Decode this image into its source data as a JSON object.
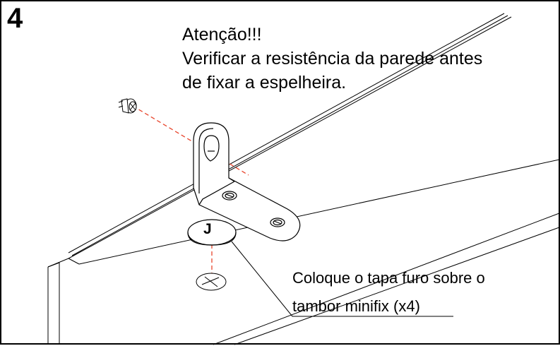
{
  "step": {
    "number": "4"
  },
  "warning": {
    "title": "Atenção!!!",
    "line1": "Verificar a resistência da parede antes",
    "line2": "de fixar a espelheira."
  },
  "part": {
    "label": "J"
  },
  "instruction": {
    "line1": "Coloque o tapa furo sobre o",
    "line2": "tambor minifix (x4)"
  },
  "colors": {
    "line": "#000000",
    "guide": "#e8452c",
    "background": "#ffffff"
  }
}
